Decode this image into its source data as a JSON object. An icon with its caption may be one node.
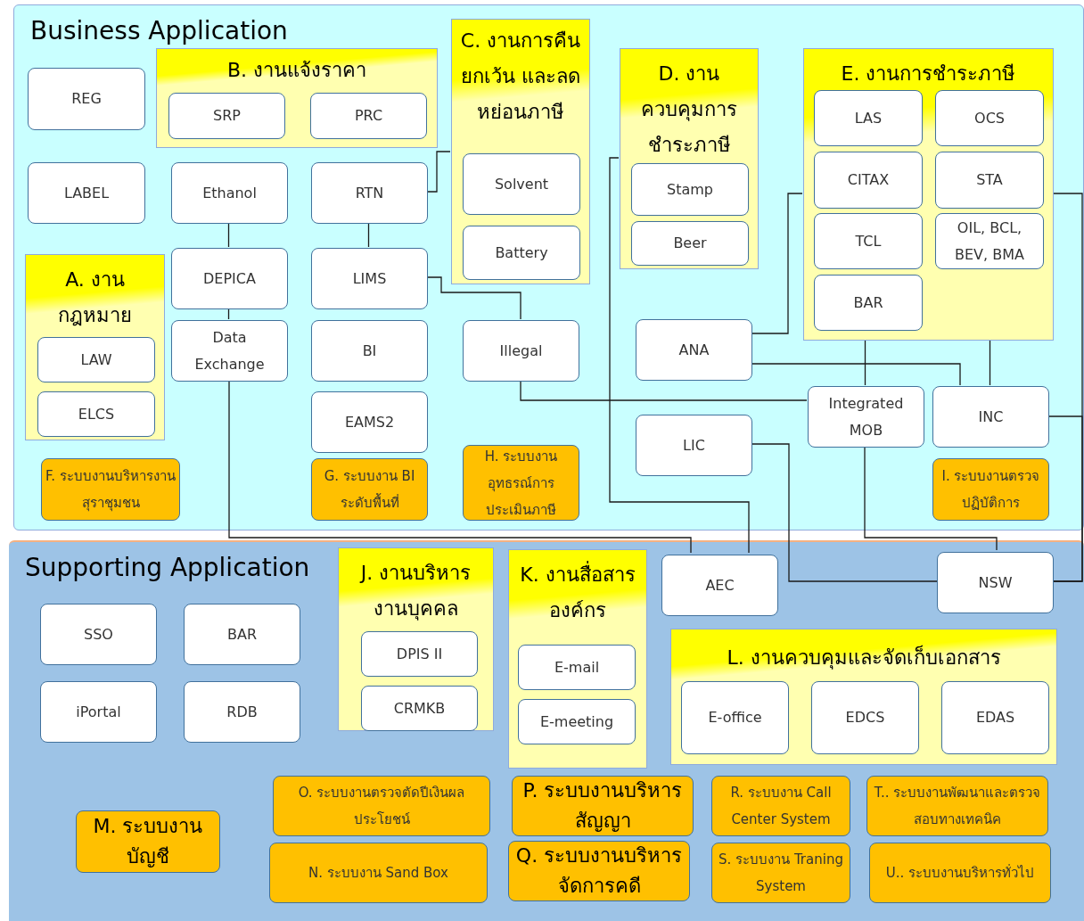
{
  "diagram": {
    "nodes": [
      {
        "text": [
          "Business Application"
        ]
      },
      {
        "text": [
          "REG"
        ],
        "in": 0
      },
      {
        "text": [
          "B. งานแจ้งราคา"
        ],
        "in": 0
      },
      {
        "text": [
          "SRP"
        ],
        "in": 2
      },
      {
        "text": [
          "PRC"
        ],
        "in": 2
      },
      {
        "text": [
          "C. งานการคืนยกเว้น และลดหย่อนภาษี"
        ],
        "in": 0
      },
      {
        "text": [
          "Solvent"
        ],
        "in": 5
      },
      {
        "text": [
          "Battery"
        ],
        "in": 5
      },
      {
        "text": [
          "D. งานควบคุมการชำระภาษี"
        ],
        "in": 0
      },
      {
        "text": [
          "Stamp"
        ],
        "in": 8
      },
      {
        "text": [
          "Beer"
        ],
        "in": 8
      },
      {
        "text": [
          "E. งานการชำระภาษี"
        ],
        "in": 0
      },
      {
        "text": [
          "LAS"
        ],
        "in": 11
      },
      {
        "text": [
          "OCS"
        ],
        "in": 11
      },
      {
        "text": [
          "CITAX"
        ],
        "in": 11
      },
      {
        "text": [
          "STA"
        ],
        "in": 11
      },
      {
        "text": [
          "TCL"
        ],
        "in": 11
      },
      {
        "text": [
          "OIL, BCL, BEV, BMA"
        ],
        "in": 11
      },
      {
        "text": [
          "BAR"
        ],
        "in": 11
      },
      {
        "text": [
          "LABEL"
        ],
        "in": 0
      },
      {
        "text": [
          "Ethanol"
        ],
        "in": 0
      },
      {
        "text": [
          "RTN"
        ],
        "in": 0
      },
      {
        "text": [
          "A. งานกฎหมาย"
        ],
        "in": 0
      },
      {
        "text": [
          "LAW"
        ],
        "in": 22
      },
      {
        "text": [
          "ELCS"
        ],
        "in": 22
      },
      {
        "text": [
          "DEPICA"
        ],
        "in": 0
      },
      {
        "text": [
          "LIMS"
        ],
        "in": 0
      },
      {
        "text": [
          "Data Exchange"
        ],
        "in": 0
      },
      {
        "text": [
          "BI"
        ],
        "in": 0
      },
      {
        "text": [
          "Illegal"
        ],
        "in": 0
      },
      {
        "text": [
          "ANA"
        ],
        "in": 0
      },
      {
        "text": [
          "Integrated MOB"
        ],
        "in": 0
      },
      {
        "text": [
          "INC"
        ],
        "in": 0
      },
      {
        "text": [
          "EAMS2"
        ],
        "in": 0
      },
      {
        "text": [
          "LIC"
        ],
        "in": 0
      },
      {
        "text": [
          "F. ระบบงานบริหารงานสุราชุมชน"
        ],
        "in": 0
      },
      {
        "text": [
          "G. ระบบงาน BI ระดับพื้นที่"
        ],
        "in": 0
      },
      {
        "text": [
          "H. ระบบงานอุทธรณ์การประเมินภาษี"
        ],
        "in": 0
      },
      {
        "text": [
          "I. ระบบงานตรวจปฏิบัติการ"
        ],
        "in": 0
      },
      {
        "text": [
          "Supporting Application"
        ]
      },
      {
        "text": [
          "AEC"
        ],
        "in": 39
      },
      {
        "text": [
          "NSW"
        ],
        "in": 39
      },
      {
        "text": [
          "SSO"
        ],
        "in": 39
      },
      {
        "text": [
          "BAR"
        ],
        "in": 39
      },
      {
        "text": [
          "J. งานบริหารงานบุคคล"
        ],
        "in": 39
      },
      {
        "text": [
          "DPIS II"
        ],
        "in": 44
      },
      {
        "text": [
          "CRMKB"
        ],
        "in": 44
      },
      {
        "text": [
          "K. งานสื่อสารองค์กร"
        ],
        "in": 39
      },
      {
        "text": [
          "E-mail"
        ],
        "in": 47
      },
      {
        "text": [
          "E-meeting"
        ],
        "in": 47
      },
      {
        "text": [
          "iPortal"
        ],
        "in": 39
      },
      {
        "text": [
          "RDB"
        ],
        "in": 39
      },
      {
        "text": [
          "L. งานควบคุมและจัดเก็บเอกสาร"
        ],
        "in": 39
      },
      {
        "text": [
          "E-office"
        ],
        "in": 52
      },
      {
        "text": [
          "EDCS"
        ],
        "in": 52
      },
      {
        "text": [
          "EDAS"
        ],
        "in": 52
      },
      {
        "text": [
          "M. ระบบงานบัญชี"
        ],
        "in": 39
      },
      {
        "text": [
          "O. ระบบงานตรวจตัดปีเงินผลประโยชน์"
        ],
        "in": 39
      },
      {
        "text": [
          "P. ระบบงานบริหารสัญญา"
        ],
        "in": 39
      },
      {
        "text": [
          "R. ระบบงาน Call Center System"
        ],
        "in": 39
      },
      {
        "text": [
          "T.. ระบบงานพัฒนาและตรวจสอบทางเทคนิค"
        ],
        "in": 39
      },
      {
        "text": [
          "N. ระบบงาน Sand Box"
        ],
        "in": 39
      },
      {
        "text": [
          "Q. ระบบงานบริหารจัดการคดี"
        ],
        "in": 39
      },
      {
        "text": [
          "S. ระบบงาน Traning System"
        ],
        "in": 39
      },
      {
        "text": [
          "U.. ระบบงานบริหารทั่วไป"
        ],
        "in": 39
      }
    ],
    "edges": [
      {
        "from": 20,
        "to": 25,
        "arrow": "none"
      },
      {
        "from": 25,
        "to": 27,
        "arrow": "none"
      },
      {
        "from": 27,
        "to": 40,
        "arrow": "none"
      },
      {
        "from": 21,
        "to": 5,
        "arrow": "none"
      },
      {
        "from": 21,
        "to": 26,
        "arrow": "none"
      },
      {
        "from": 26,
        "to": 29,
        "arrow": "none"
      },
      {
        "from": 29,
        "to": 31,
        "arrow": "none"
      },
      {
        "from": 8,
        "to": 40,
        "arrow": "none"
      },
      {
        "from": 30,
        "to": 11,
        "arrow": "none"
      },
      {
        "from": 30,
        "to": 32,
        "arrow": "none"
      },
      {
        "from": 11,
        "to": 31,
        "arrow": "none"
      },
      {
        "from": 11,
        "to": 32,
        "arrow": "none"
      },
      {
        "from": 11,
        "to": 41,
        "arrow": "none"
      },
      {
        "from": 32,
        "to": 41,
        "arrow": "none"
      },
      {
        "from": 34,
        "to": 41,
        "arrow": "none"
      },
      {
        "from": 31,
        "to": 41,
        "arrow": "none"
      }
    ]
  }
}
